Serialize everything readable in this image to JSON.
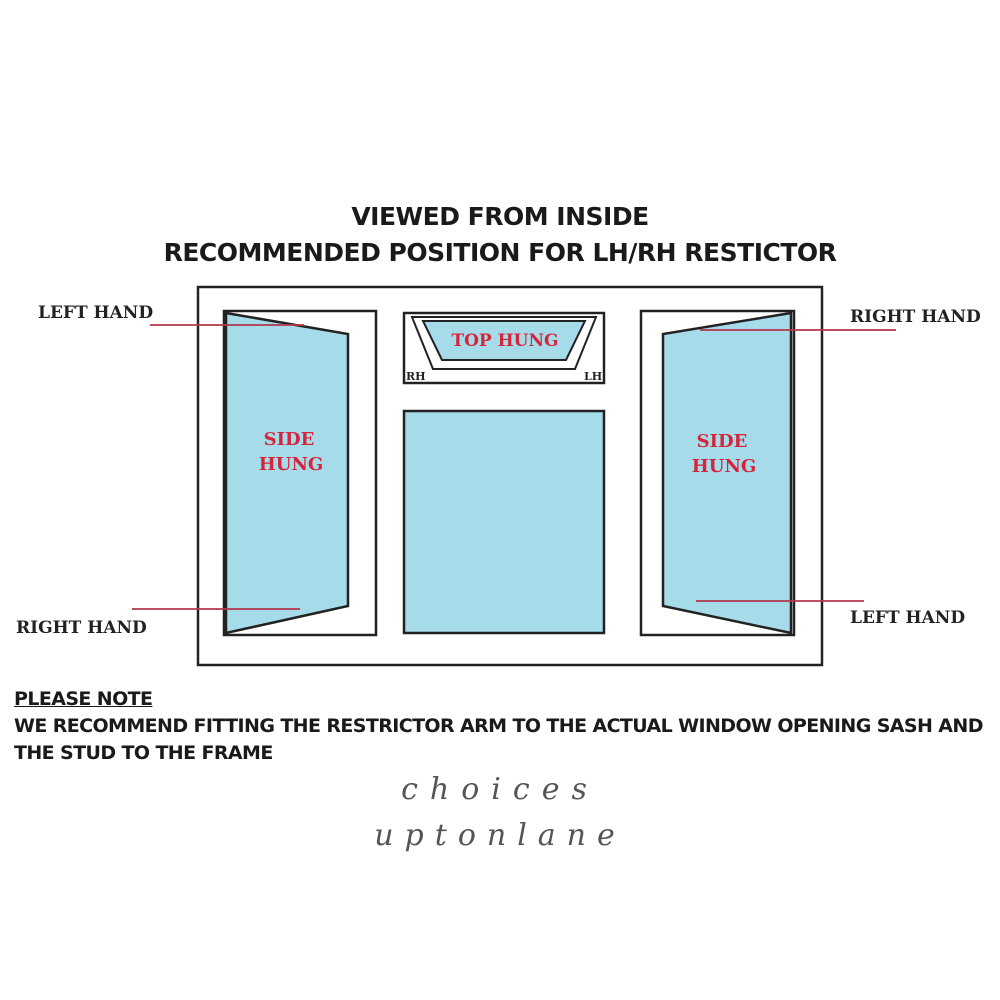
{
  "title_line1": "VIEWED FROM INSIDE",
  "title_line2": "RECOMMENDED POSITION FOR LH/RH RESTICTOR",
  "labels": {
    "left_top": "LEFT HAND",
    "left_bottom": "RIGHT HAND",
    "right_top": "RIGHT HAND",
    "right_bottom": "LEFT HAND"
  },
  "panes": {
    "left_line1": "SIDE",
    "left_line2": "HUNG",
    "right_line1": "SIDE",
    "right_line2": "HUNG",
    "top_hung": "TOP HUNG",
    "top_rh": "RH",
    "top_lh": "LH"
  },
  "note": {
    "title": "PLEASE NOTE",
    "body": "WE RECOMMEND FITTING THE RESTRICTOR ARM TO THE ACTUAL WINDOW OPENING SASH AND THE STUD TO THE FRAME"
  },
  "brand": {
    "line1": "choices",
    "line2": "uptonlane"
  },
  "colors": {
    "glass": "#a6dbea",
    "label_red": "#d6253a",
    "frame": "#222222",
    "pointer": "#b5364a"
  }
}
